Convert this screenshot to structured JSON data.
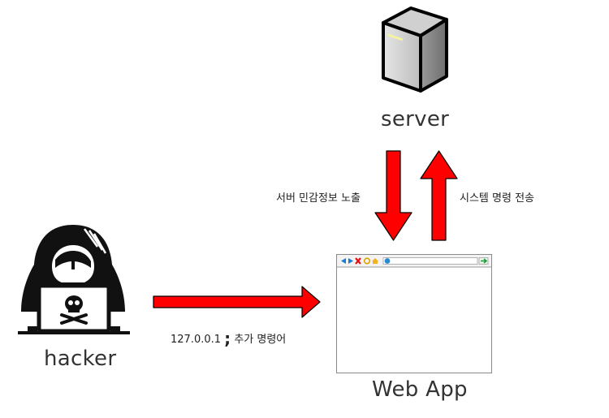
{
  "nodes": {
    "server": {
      "label": "server",
      "icon": "server-icon"
    },
    "hacker": {
      "label": "hacker",
      "icon": "hacker-icon"
    },
    "webapp": {
      "label": "Web App",
      "icon": "browser-window-icon"
    }
  },
  "edges": {
    "server_to_webapp": {
      "label": "서버 민감정보 노출"
    },
    "webapp_to_server": {
      "label": "시스템 명령 전송"
    },
    "hacker_to_webapp": {
      "label_main": "127.0.0.1",
      "label_sep": ";",
      "label_rest": "추가 명령어"
    }
  },
  "colors": {
    "arrow": "#ff0000",
    "outline": "#000000"
  }
}
